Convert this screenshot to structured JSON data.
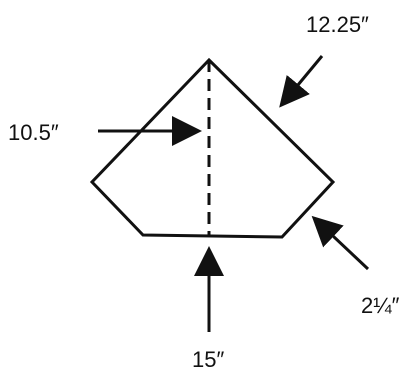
{
  "diagram": {
    "labels": {
      "top_right_edge": "12.25″",
      "height": "10.5″",
      "short_edge": "2¼″",
      "base_width": "15″"
    },
    "colors": {
      "stroke": "#111111",
      "background": "#ffffff"
    }
  }
}
